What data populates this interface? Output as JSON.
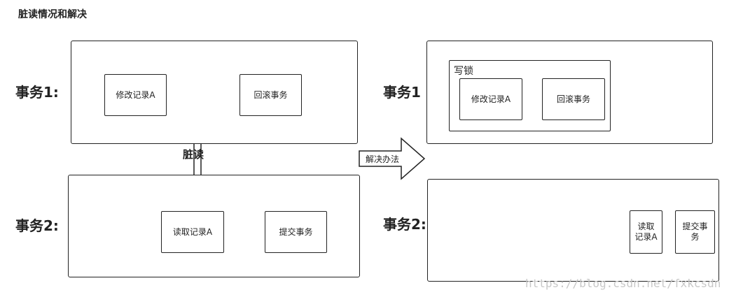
{
  "title": "脏读情况和解决",
  "left": {
    "t1_label": "事务1:",
    "t2_label": "事务2:",
    "t1_box1": "修改记录A",
    "t1_box2": "回滚事务",
    "t2_box1": "读取记录A",
    "t2_box2": "提交事务",
    "dirty_label": "脏读"
  },
  "solution_label": "解决办法",
  "right": {
    "t1_label": "事务1",
    "t2_label": "事务2:",
    "lock_label": "写锁",
    "t1_box1": "修改记录A",
    "t1_box2": "回滚事务",
    "t2_box1": "读取记录A",
    "t2_box2": "提交事务"
  },
  "watermark": "https://blog.csdn.net/fxkcsdn"
}
